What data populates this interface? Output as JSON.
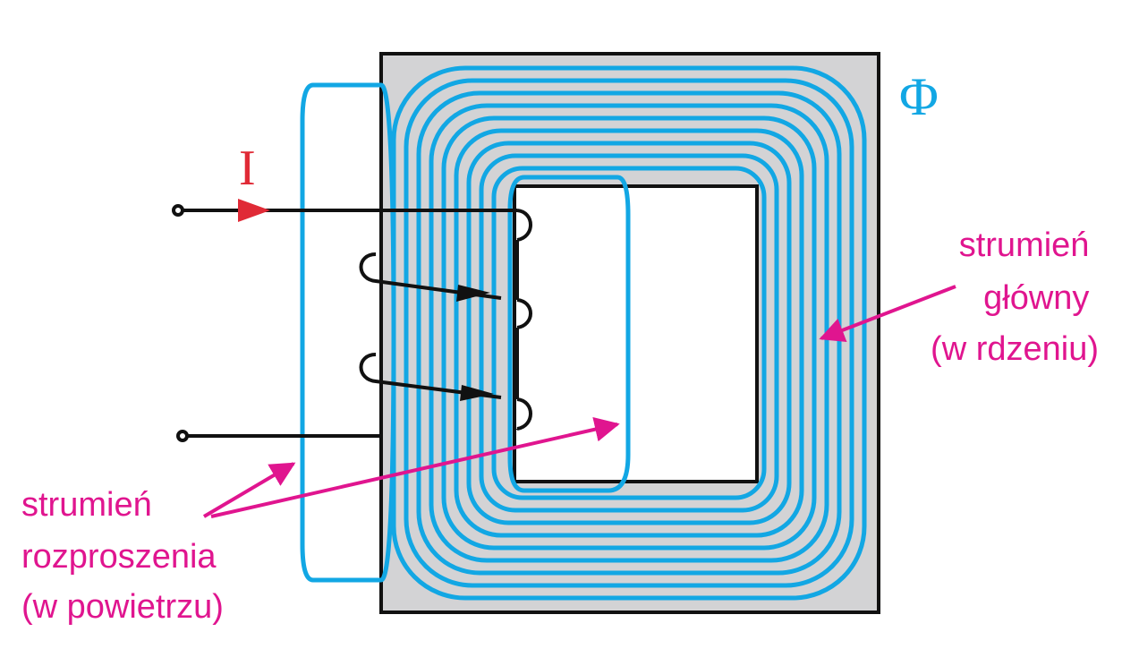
{
  "symbols": {
    "current": "I",
    "flux": "Φ"
  },
  "labels": {
    "main_flux": [
      "strumień",
      "główny",
      "(w rdzeniu)"
    ],
    "leakage_flux": [
      "strumień",
      "rozproszenia",
      "(w powietrzu)"
    ]
  },
  "colors": {
    "core_fill": "#d3d3d5",
    "core_outline": "#111111",
    "flux_lines": "#12a7e4",
    "current_arrow": "#e02a36",
    "label_text": "#e0158f",
    "wire": "#111111"
  }
}
